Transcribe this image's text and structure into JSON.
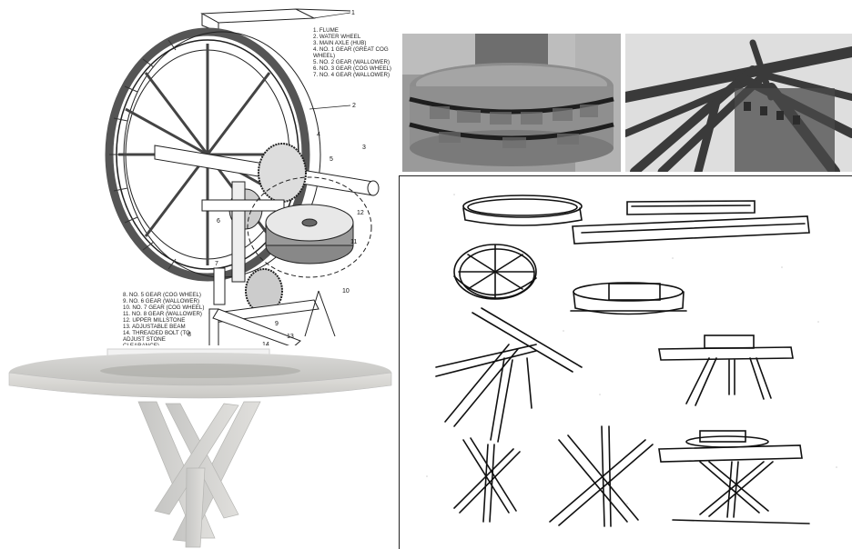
{
  "diagram": {
    "legend_top": [
      "1. FLUME",
      "2. WATER WHEEL",
      "3. MAIN AXLE (HUB)",
      "4. NO. 1 GEAR (GREAT COG",
      "    WHEEL)",
      "5. NO. 2 GEAR (WALLOWER)",
      "6. NO. 3 GEAR (COG WHEEL)",
      "7. NO. 4 GEAR (WALLOWER)"
    ],
    "legend_bottom": [
      "8. NO. 5 GEAR (COG WHEEL)",
      "9. NO. 6 GEAR (WALLOWER)",
      "10. NO. 7 GEAR (COG WHEEL)",
      "11. NO. 8 GEAR (WALLOWER)",
      "12. UPPER MILLSTONE",
      "13. ADJUSTABLE BEAM",
      "14. THREADED BOLT (TO",
      "    ADJUST STONE",
      "    CLEARANCE)"
    ],
    "callouts": [
      "1",
      "2",
      "3",
      "4",
      "5",
      "6",
      "7",
      "8",
      "9",
      "10",
      "11",
      "12",
      "13",
      "14"
    ]
  },
  "photos": {
    "millstone": "millstone-photo",
    "roof_beams": "timber-beams-photo"
  },
  "render": "round-table-render",
  "sketches": "concept-sketches"
}
